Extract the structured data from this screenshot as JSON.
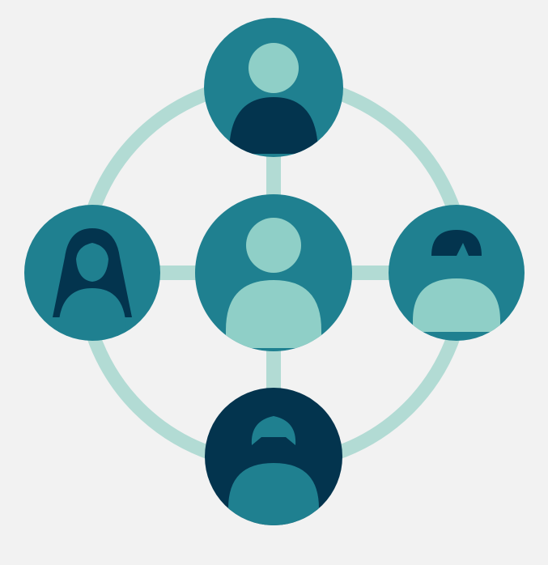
{
  "colors": {
    "background": "#f2f2f2",
    "ring": "#b2dbd4",
    "connector": "#b2dbd4",
    "teal": "#1f8090",
    "navy": "#03344e",
    "mint": "#8fcfc7"
  },
  "nodes": [
    {
      "id": "center",
      "role": "hub",
      "fill": "teal",
      "figure": "person-large"
    },
    {
      "id": "top",
      "role": "member",
      "fill": "teal",
      "figure": "person-short-hair"
    },
    {
      "id": "left",
      "role": "member",
      "fill": "teal",
      "figure": "person-long-hair"
    },
    {
      "id": "right",
      "role": "member",
      "fill": "teal",
      "figure": "person-bob-hair"
    },
    {
      "id": "bottom",
      "role": "member",
      "fill": "navy",
      "figure": "person-curly-hair"
    }
  ],
  "links": [
    {
      "from": "center",
      "to": "top"
    },
    {
      "from": "center",
      "to": "left"
    },
    {
      "from": "center",
      "to": "right"
    },
    {
      "from": "center",
      "to": "bottom"
    }
  ]
}
